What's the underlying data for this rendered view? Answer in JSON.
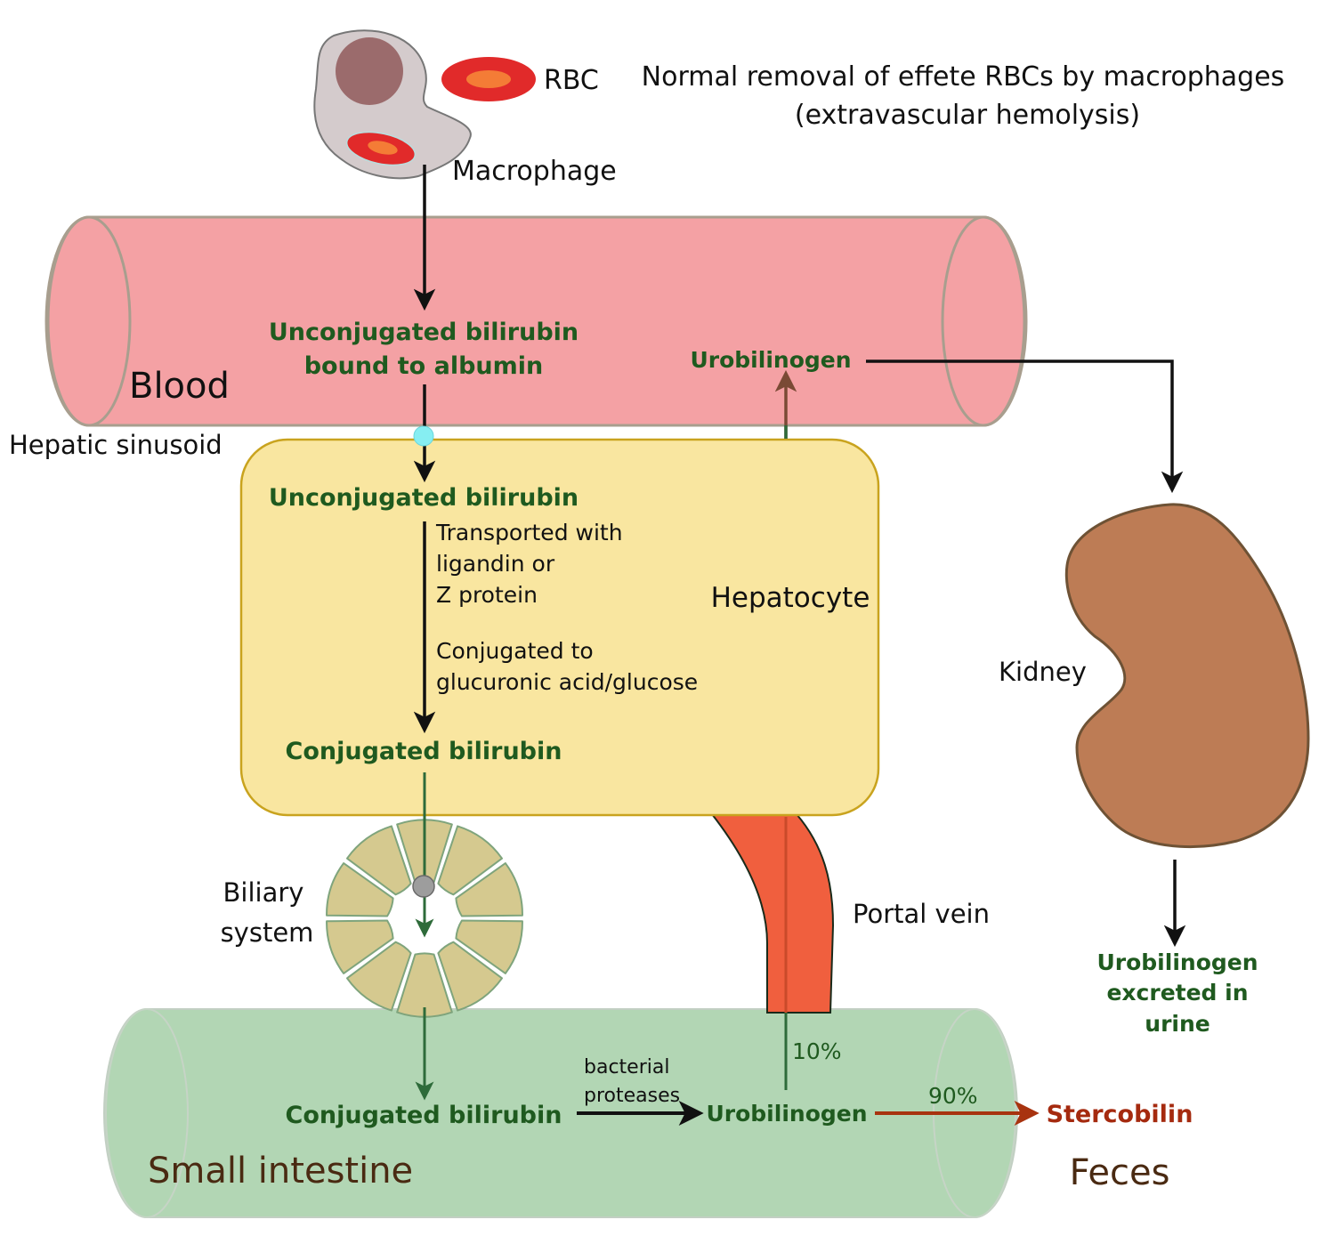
{
  "title": {
    "line1": "Normal removal of effete RBCs by macrophages",
    "line2": "(extravascular hemolysis)"
  },
  "labels": {
    "rbc": "RBC",
    "macrophage": "Macrophage",
    "blood": "Blood",
    "hepatic_sinusoid": "Hepatic sinusoid",
    "hepatocyte": "Hepatocyte",
    "biliary_line1": "Biliary",
    "biliary_line2": "system",
    "portal_vein": "Portal vein",
    "kidney": "Kidney",
    "small_intestine": "Small intestine",
    "feces": "Feces"
  },
  "compounds": {
    "unconj_albumin_line1": "Unconjugated bilirubin",
    "unconj_albumin_line2": "bound to albumin",
    "urobilinogen_blood": "Urobilinogen",
    "unconj_hepatocyte": "Unconjugated bilirubin",
    "conj_hepatocyte": "Conjugated bilirubin",
    "conj_intestine": "Conjugated bilirubin",
    "urobilinogen_intestine": "Urobilinogen",
    "stercobilin": "Stercobilin",
    "urine_line1": "Urobilinogen",
    "urine_line2": "excreted in",
    "urine_line3": "urine"
  },
  "steps": {
    "transport_line1": "Transported with",
    "transport_line2": "ligandin or",
    "transport_line3": "Z protein",
    "conjugate_line1": "Conjugated to",
    "conjugate_line2": "glucuronic acid/glucose",
    "bacterial_line1": "bacterial",
    "bacterial_line2": "proteases"
  },
  "percentages": {
    "portal": "10%",
    "stercobilin": "90%"
  },
  "colors": {
    "blood": "#f4a1a4",
    "vessel_outline": "#a89e8e",
    "hepatocyte": "#f9e6a0",
    "hepatocyte_outline": "#c9a31e",
    "intestine": "#b2d6b4",
    "kidney": "#bd7c55",
    "portal_vein": "#f05f3e",
    "compound_green": "#1f5a1f",
    "stercobilin_red": "#a52a0f"
  }
}
